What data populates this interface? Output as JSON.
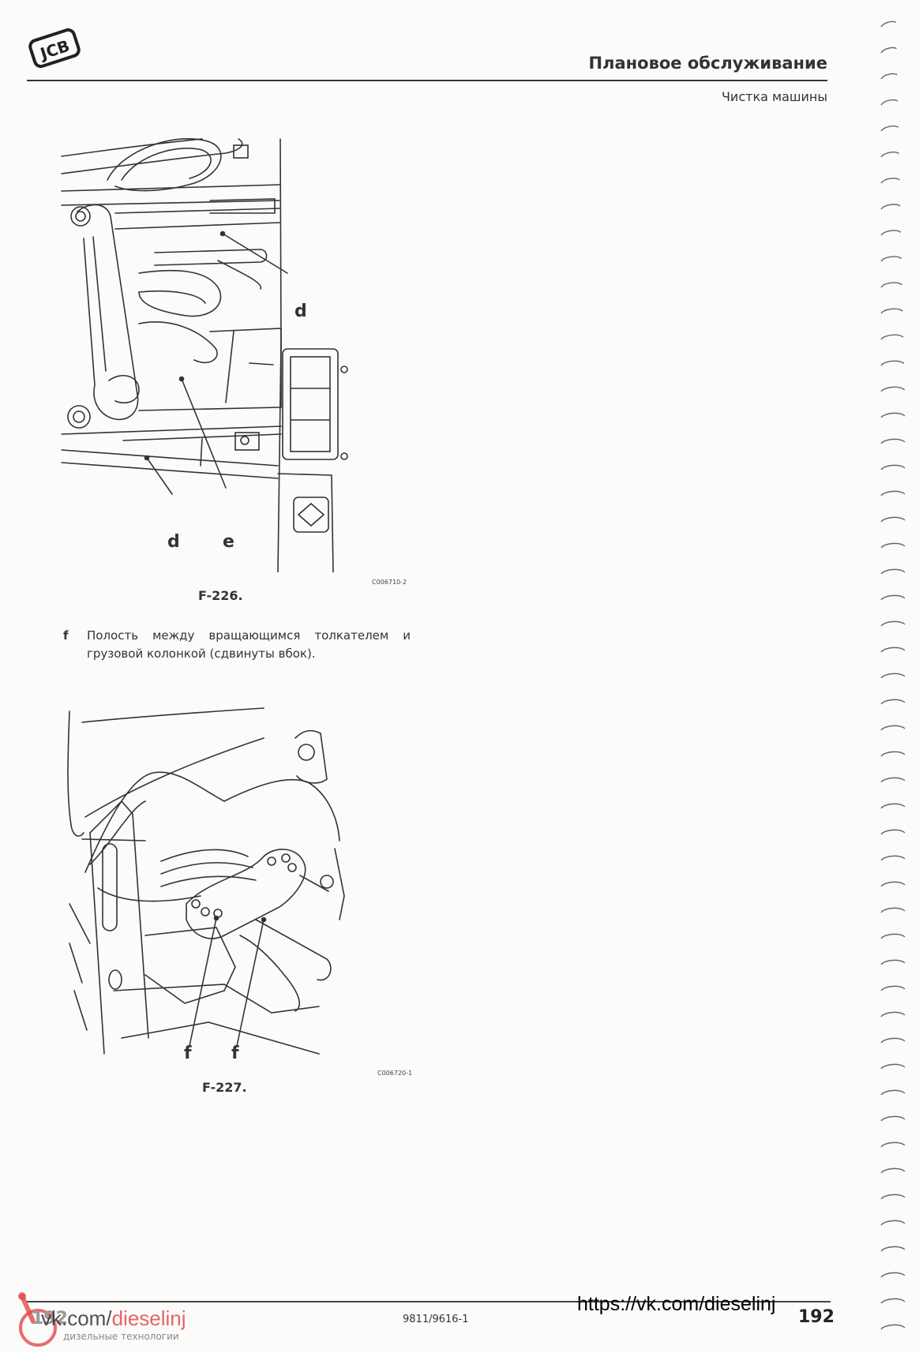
{
  "header": {
    "logo_text": "JCB",
    "title": "Плановое обслуживание",
    "subtitle": "Чистка машины"
  },
  "figure1": {
    "callouts": [
      "d",
      "d",
      "e"
    ],
    "code": "C006710-2",
    "caption": "F-226."
  },
  "paragraph": {
    "label": "f",
    "text": "Полость между вращающимся толкателем и грузовой колонкой (сдвинуты вбок)."
  },
  "figure2": {
    "callouts": [
      "f",
      "f"
    ],
    "code": "C006720-1",
    "caption": "F-227."
  },
  "footer": {
    "doc_number": "9811/9616-1",
    "page_number": "192",
    "url": "https://vk.com/dieselinj"
  },
  "watermark": {
    "number": "192",
    "site_prefix": "vk.com/",
    "site_name": "dieselinj",
    "subtitle": "дизельные технологии"
  }
}
